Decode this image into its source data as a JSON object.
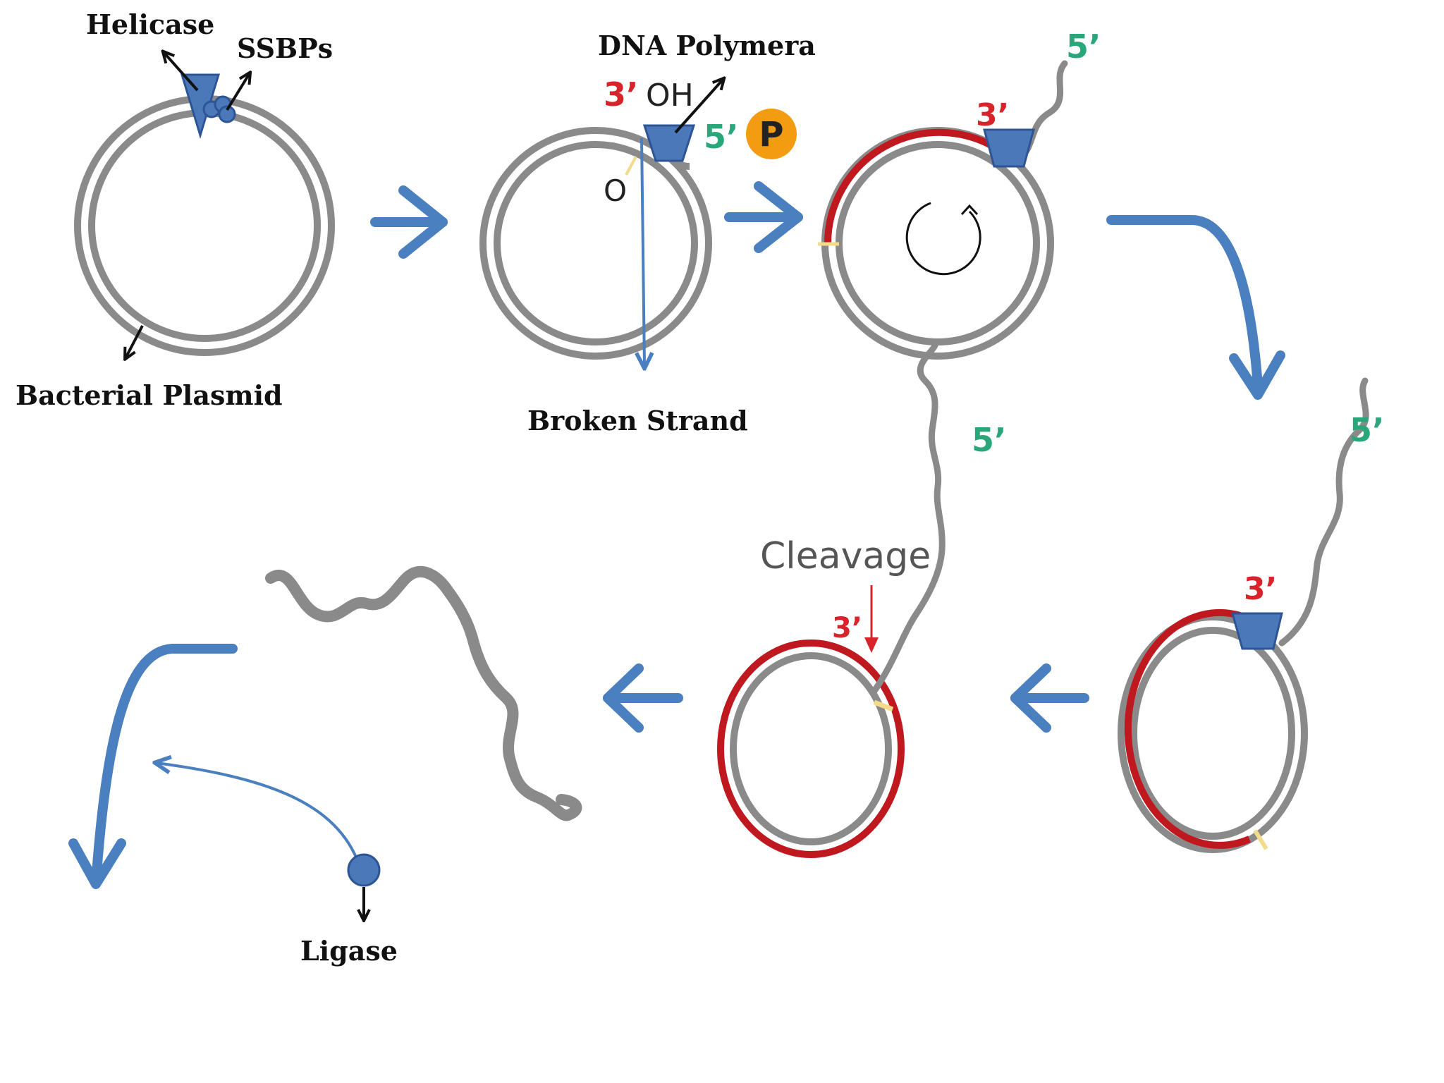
{
  "labels": {
    "helicase": "Helicase",
    "ssbps": "SSBPs",
    "bacterial_plasmid": "Bacterial Plasmid",
    "dna_polymerase": "DNA Polymera",
    "broken_strand": "Broken Strand",
    "three_prime_oh_num": "3’",
    "three_prime_oh_text": "OH",
    "five_prime": "5’",
    "phosphate": "P",
    "oxygen": "O",
    "three_prime": "3’",
    "five_prime_tail_1": "5’",
    "five_prime_tail_2": "5’",
    "five_prime_tail_3": "5’",
    "three_prime_2": "3’",
    "three_prime_3": "3’",
    "cleavage": "Cleavage",
    "ligase": "Ligase"
  },
  "colors": {
    "dna_gray": "#8a8a8a",
    "new_strand_red": "#c0181f",
    "label_red": "#d8232a",
    "label_green": "#2aa77a",
    "enzyme_blue": "#4a78b8",
    "arrow_blue": "#4a7fc0",
    "phosphate_orange": "#f39c12",
    "junction_yellow": "#f2dc8c"
  }
}
